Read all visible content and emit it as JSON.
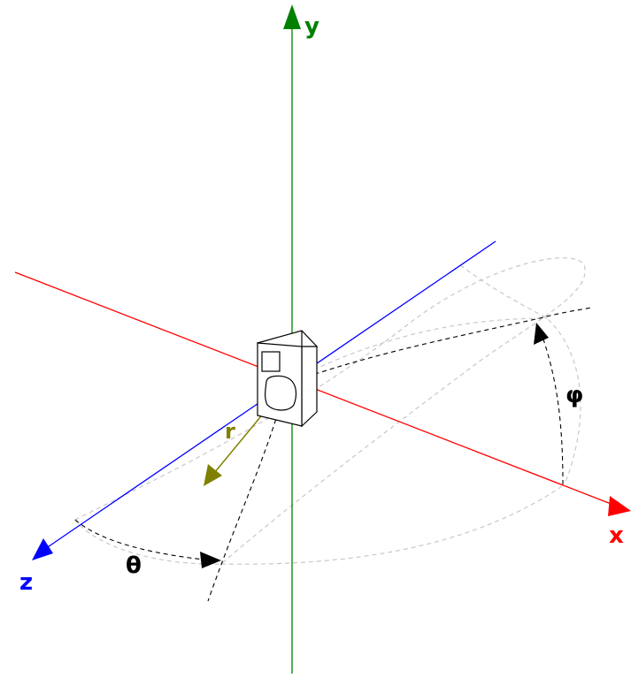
{
  "axes": {
    "x": {
      "label": "x",
      "color": "#ff0000"
    },
    "y": {
      "label": "y",
      "color": "#008000"
    },
    "z": {
      "label": "z",
      "color": "#0000ff"
    }
  },
  "annotations": {
    "theta": "θ",
    "phi": "φ",
    "r": "r",
    "r_color": "#808000"
  },
  "colors": {
    "guide_dashed": "#000000",
    "sphere_dashed": "#c8c8c8",
    "speaker_outline": "#000000"
  },
  "icons": {
    "speaker": "loudspeaker-icon"
  }
}
